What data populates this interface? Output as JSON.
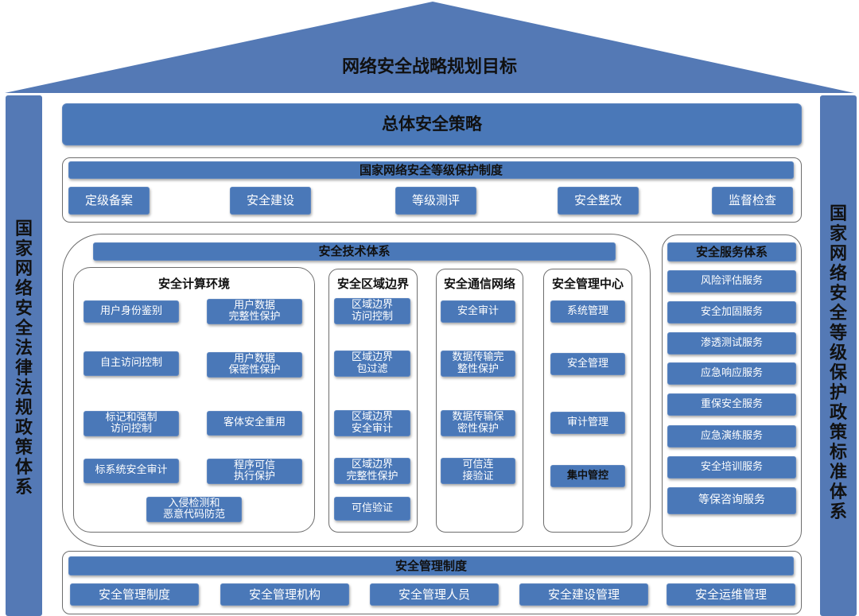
{
  "roof_title": "网络安全战略规划目标",
  "left_pillar": "国家网络安全法律法规政策体系",
  "right_pillar": "国家网络安全等级保护政策标准体系",
  "overall_strategy": "总体安全策略",
  "grade_protection": {
    "title": "国家网络安全等级保护制度",
    "items": [
      "定级备案",
      "安全建设",
      "等级测评",
      "安全整改",
      "监督检查"
    ]
  },
  "tech_system": {
    "title": "安全技术体系",
    "computing": {
      "title": "安全计算环境",
      "items": [
        "用户身份鉴别",
        "用户数据\n完整性保护",
        "自主访问控制",
        "用户数据\n保密性保护",
        "标记和强制\n访问控制",
        "客体安全重用",
        "标系统安全审计",
        "程序可信\n执行保护",
        "入侵检测和\n恶意代码防范"
      ]
    },
    "boundary": {
      "title": "安全区域边界",
      "items": [
        "区域边界\n访问控制",
        "区域边界\n包过滤",
        "区域边界\n安全审计",
        "区域边界\n完整性保护",
        "可信验证"
      ]
    },
    "network": {
      "title": "安全通信网络",
      "items": [
        "安全审计",
        "数据传输完\n整性保护",
        "数据传输保\n密性保护",
        "可信连\n接验证"
      ]
    },
    "mgmt_center": {
      "title": "安全管理中心",
      "items": [
        "系统管理",
        "安全管理",
        "审计管理",
        "集中管控"
      ]
    }
  },
  "service_system": {
    "title": "安全服务体系",
    "items": [
      "风险评估服务",
      "安全加固服务",
      "渗透测试服务",
      "应急响应服务",
      "重保安全服务",
      "应急演练服务",
      "安全培训服务",
      "等保咨询服务"
    ]
  },
  "mgmt_system": {
    "title": "安全管理制度",
    "items": [
      "安全管理制度",
      "安全管理机构",
      "安全管理人员",
      "安全建设管理",
      "安全运维管理"
    ]
  },
  "colors": {
    "box": "#4a78b8",
    "roof": "#5479b5",
    "border": "#6d6d6d"
  }
}
